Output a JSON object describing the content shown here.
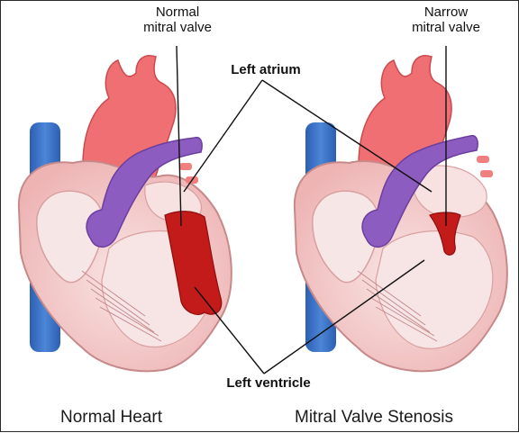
{
  "labels": {
    "normal_valve_1": "Normal",
    "normal_valve_2": "mitral valve",
    "narrow_valve_1": "Narrow",
    "narrow_valve_2": "mitral valve",
    "left_atrium": "Left atrium",
    "left_ventricle": "Left ventricle"
  },
  "captions": {
    "left": "Normal Heart",
    "right": "Mitral Valve Stenosis"
  },
  "colors": {
    "vein_blue": "#3f74c9",
    "artery_red": "#ef6f72",
    "pulmonary_purple": "#8c5cc0",
    "wall_pink": "#f3c2c2",
    "chamber_inner": "#f6dcdc",
    "blood_red": "#c31a1a",
    "line": "#111111"
  }
}
